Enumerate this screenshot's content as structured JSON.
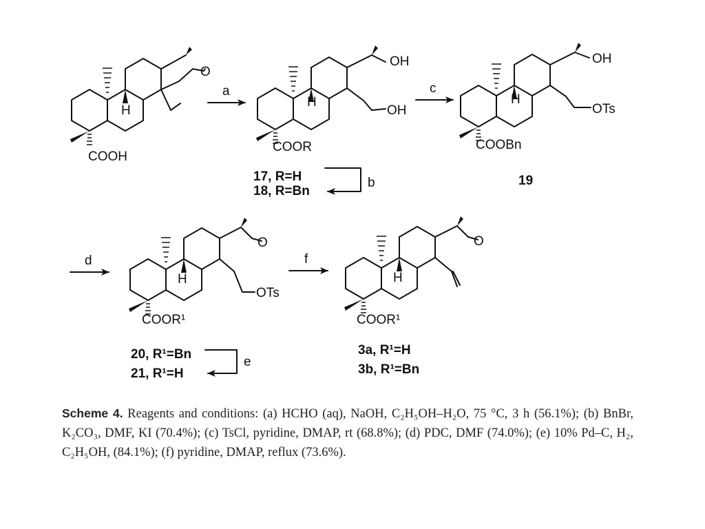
{
  "caption": {
    "label": "Scheme 4.",
    "text": "Reagents and conditions: (a) HCHO (aq), NaOH, C₂H₅OH–H₂O, 75 °C, 3 h (56.1%); (b) BnBr, K₂CO₃, DMF, KI (70.4%); (c) TsCl, pyridine, DMAP, rt (68.8%); (d) PDC, DMF (74.0%); (e) 10% Pd–C, H₂, C₂H₅OH, (84.1%); (f) pyridine, DMAP, reflux (73.6%)."
  },
  "arrows": {
    "a": "a",
    "b": "b",
    "c": "c",
    "d": "d",
    "e": "e",
    "f": "f"
  },
  "structures": {
    "s1": {
      "acid": "COOH",
      "ketone": "O",
      "h": "H"
    },
    "s2": {
      "oh1": "OH",
      "oh2": "OH",
      "ester": "COOR",
      "h": "H"
    },
    "s3": {
      "oh": "OH",
      "ots": "OTs",
      "ester": "COOBn",
      "h": "H"
    },
    "s4": {
      "ketone": "O",
      "ots": "OTs",
      "ester": "COOR¹",
      "h": "H"
    },
    "s5": {
      "ketone": "O",
      "ester": "COOR¹",
      "h": "H"
    }
  },
  "compounds": {
    "c17": "17, R=H",
    "c18": "18, R=Bn",
    "c19": "19",
    "c20": "20, R¹=Bn",
    "c21": "21, R¹=H",
    "c3a": "3a, R¹=H",
    "c3b": "3b, R¹=Bn"
  }
}
